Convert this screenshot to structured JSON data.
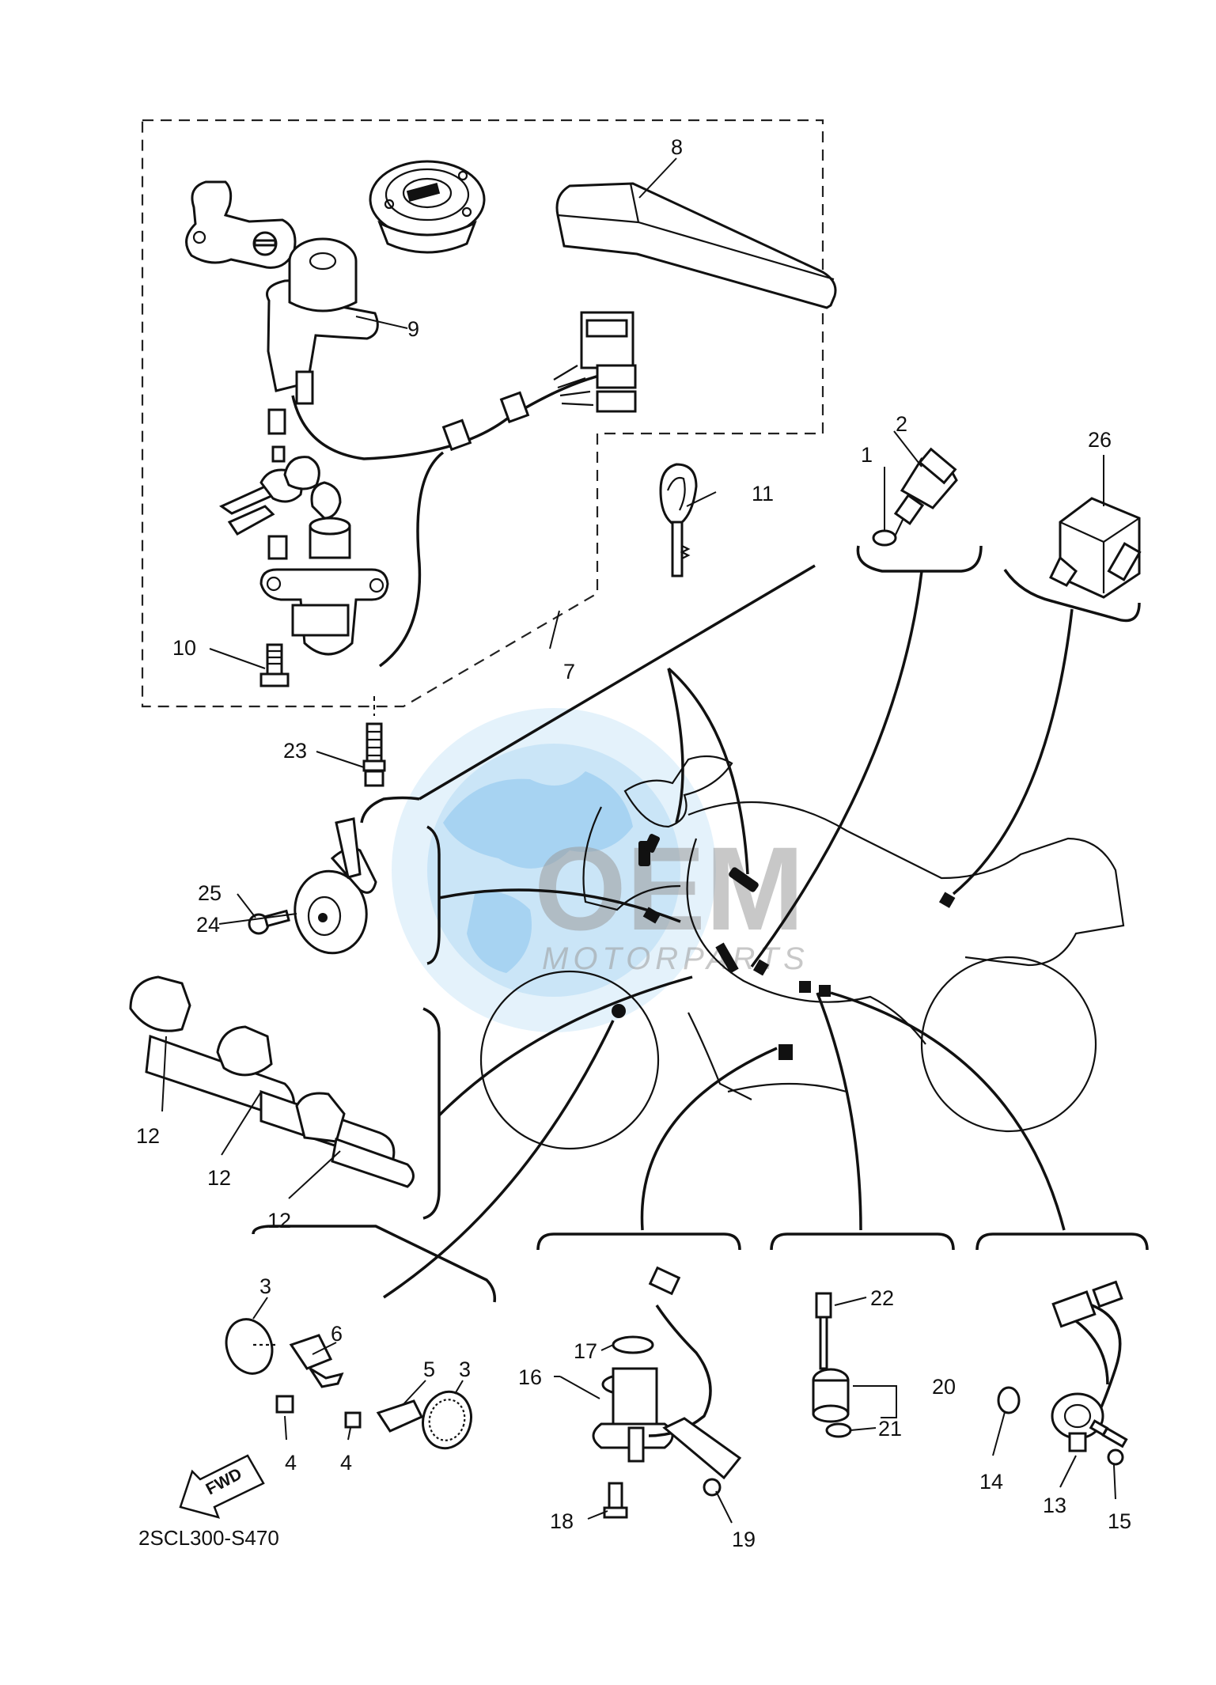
{
  "diagram": {
    "code": "2SCL300-S470",
    "fwd_label": "FWD",
    "watermark": {
      "main": "OEM",
      "sub": "MOTORPARTS"
    },
    "callouts": {
      "c1": "1",
      "c2": "2",
      "c3a": "3",
      "c3b": "3",
      "c4a": "4",
      "c4b": "4",
      "c5": "5",
      "c6": "6",
      "c7": "7",
      "c8": "8",
      "c9": "9",
      "c10": "10",
      "c11": "11",
      "c12a": "12",
      "c12b": "12",
      "c12c": "12",
      "c13": "13",
      "c14": "14",
      "c15": "15",
      "c16": "16",
      "c17": "17",
      "c18": "18",
      "c19": "19",
      "c20": "20",
      "c21": "21",
      "c22": "22",
      "c23": "23",
      "c24": "24",
      "c25": "25",
      "c26": "26"
    }
  }
}
